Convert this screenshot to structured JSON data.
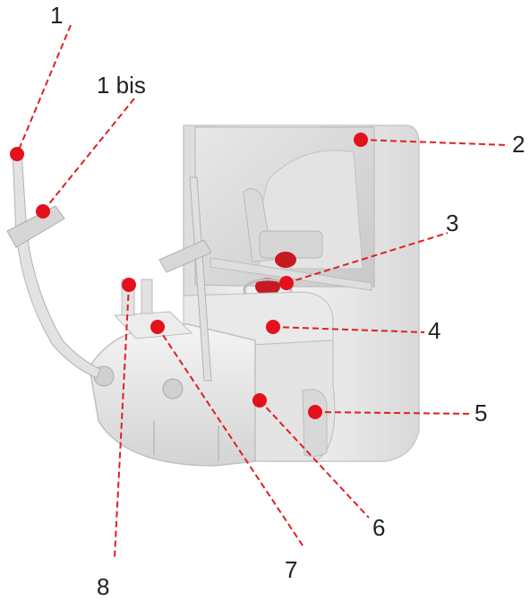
{
  "figure": {
    "subject": "Dental panoramic/cephalometric X-ray unit with numbered callouts",
    "colors": {
      "callout": "#e4111d",
      "device_body": "#efefef",
      "device_shadow": "#cfcfcf",
      "knob": "#c81822"
    }
  },
  "callouts": [
    {
      "id": "1",
      "label": "1"
    },
    {
      "id": "1bis",
      "label": "1 bis"
    },
    {
      "id": "2",
      "label": "2"
    },
    {
      "id": "3",
      "label": "3"
    },
    {
      "id": "4",
      "label": "4"
    },
    {
      "id": "5",
      "label": "5"
    },
    {
      "id": "6",
      "label": "6"
    },
    {
      "id": "7",
      "label": "7"
    },
    {
      "id": "8",
      "label": "8"
    }
  ]
}
